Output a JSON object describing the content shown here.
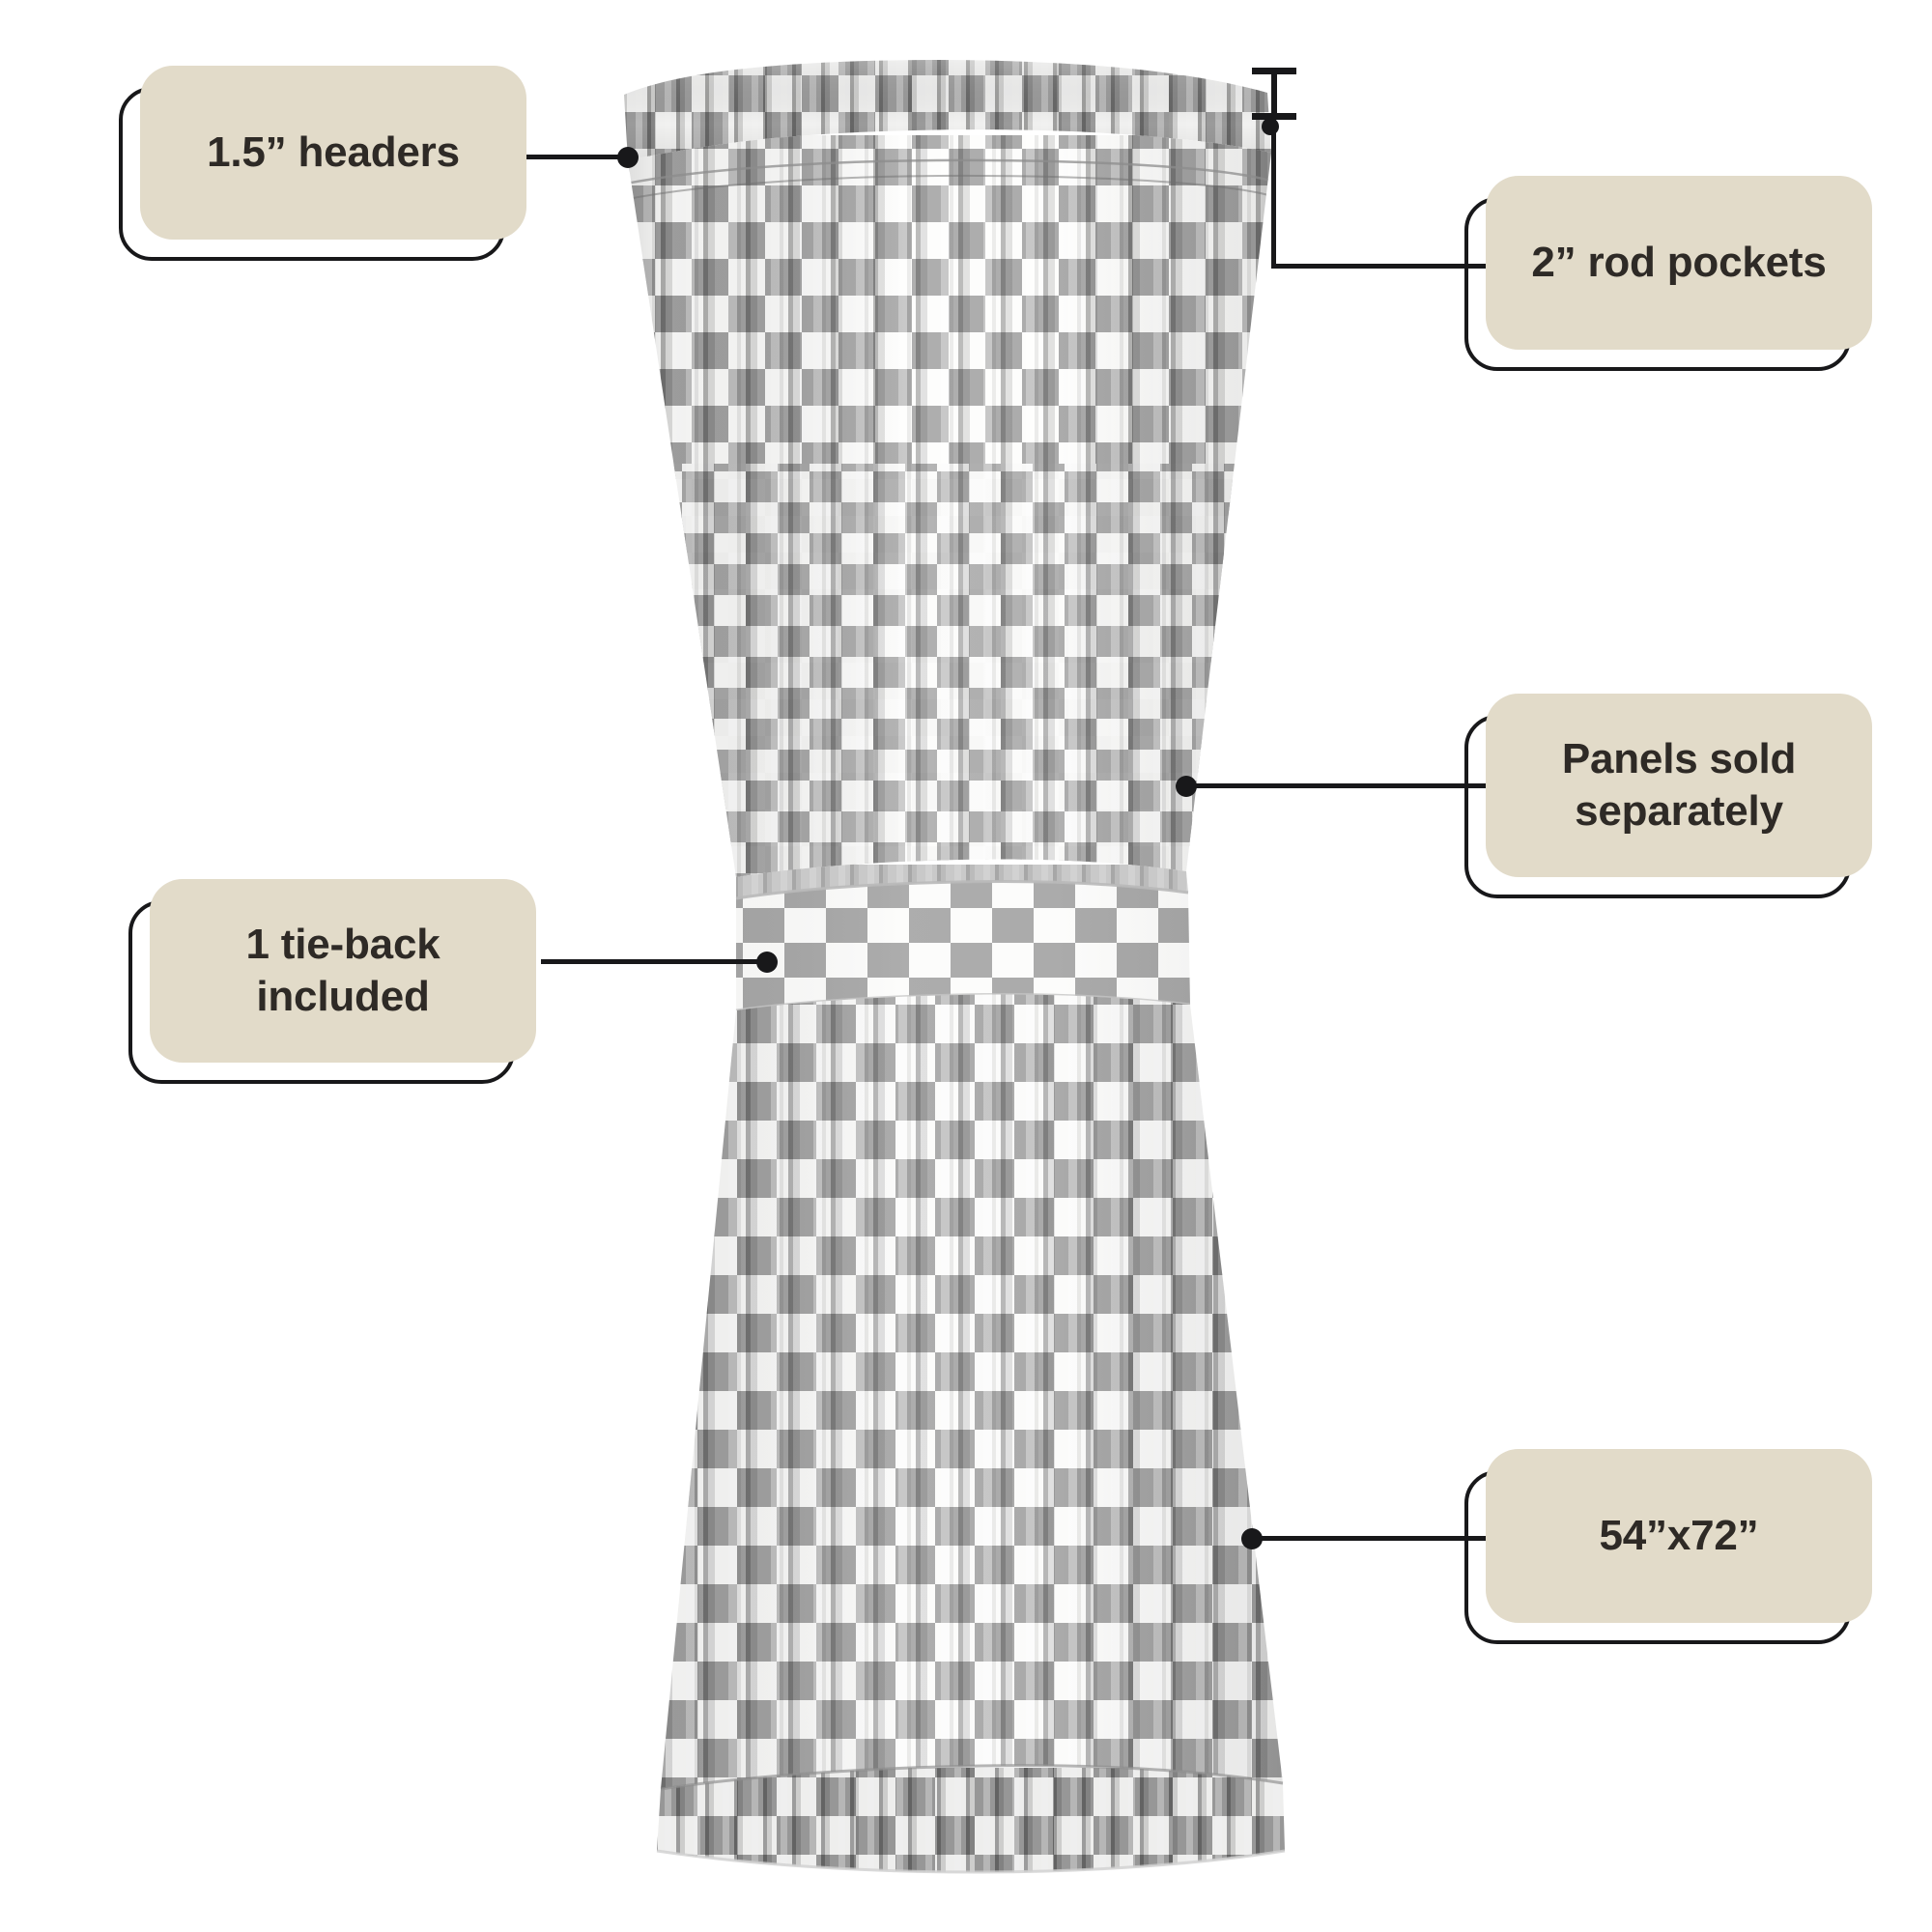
{
  "page": {
    "title": "Buffalo check curtain panel feature callouts",
    "background_color": "#ffffff"
  },
  "theme": {
    "chip_fill": "#e2dbc9",
    "outline": "#18181a",
    "text_color": "#2e2a26",
    "fabric_check_gray": "#9d9d9d",
    "fabric_check_white": "#fbfbfa",
    "fabric_shadow": "#6f6f6f"
  },
  "product": {
    "type": "curtain-panel",
    "pattern": "buffalo-check",
    "colors": [
      "gray",
      "white"
    ]
  },
  "callouts": [
    {
      "id": "headers",
      "label": "1.5” headers",
      "position": "top-left",
      "leader": "right-to-curtain-top",
      "endpoint": "dot"
    },
    {
      "id": "rod-pockets",
      "label": "2” rod pockets",
      "position": "upper-right",
      "leader": "left-then-up-to-header-marker",
      "endpoint": "i-beam-measure"
    },
    {
      "id": "panels-sold-separately",
      "label": "Panels sold\nseparately",
      "position": "middle-right",
      "leader": "left-to-curtain-body",
      "endpoint": "dot"
    },
    {
      "id": "tie-back",
      "label": "1 tie-back\nincluded",
      "position": "middle-left",
      "leader": "right-to-tieback-band",
      "endpoint": "dot"
    },
    {
      "id": "dimensions",
      "label": "54”x72”",
      "position": "bottom-right",
      "leader": "left-to-curtain-lower-body",
      "endpoint": "dot"
    }
  ],
  "measurement_marker": {
    "name": "header-height-measure",
    "describes": "1.5 inch header band at top of panel"
  }
}
